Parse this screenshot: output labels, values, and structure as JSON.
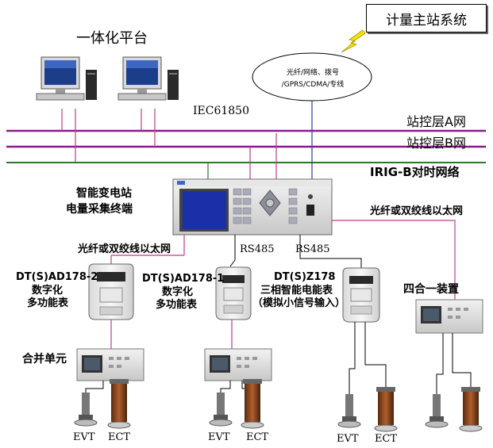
{
  "title_box": "计量主站系统",
  "cloud_text": [
    "光纤/网络、拨号",
    "/GPRS/CDMA/专线"
  ],
  "platform": "一体化平台",
  "protocol": "IEC61850",
  "buses": {
    "a": "站控层A网",
    "b": "站控层B网",
    "irig": "IRIG-B对时网络"
  },
  "terminal": {
    "line1": "智能变电站",
    "line2": "电量采集终端"
  },
  "link_left": "光纤或双绞线以太网",
  "link_right": "光纤或双绞线以太网",
  "rs485_a": "RS485",
  "rs485_b": "RS485",
  "meter1": {
    "model": "DT(S)AD178-2",
    "l2": "数字化",
    "l3": "多功能表"
  },
  "meter2": {
    "model": "DT(S)AD178-1",
    "l2": "数字化",
    "l3": "多功能表"
  },
  "meter3": {
    "model": "DT(S)Z178",
    "l2": "三相智能电能表",
    "l3": "（模拟小信号输入）"
  },
  "device4": "四合一装置",
  "merge_unit": "合并单元",
  "evt": "EVT",
  "ect": "ECT",
  "colors": {
    "bus": "#8b1a8b",
    "irig": "#2a7a2a",
    "link": "#c03c8a",
    "blue": "#2c3fa0"
  }
}
